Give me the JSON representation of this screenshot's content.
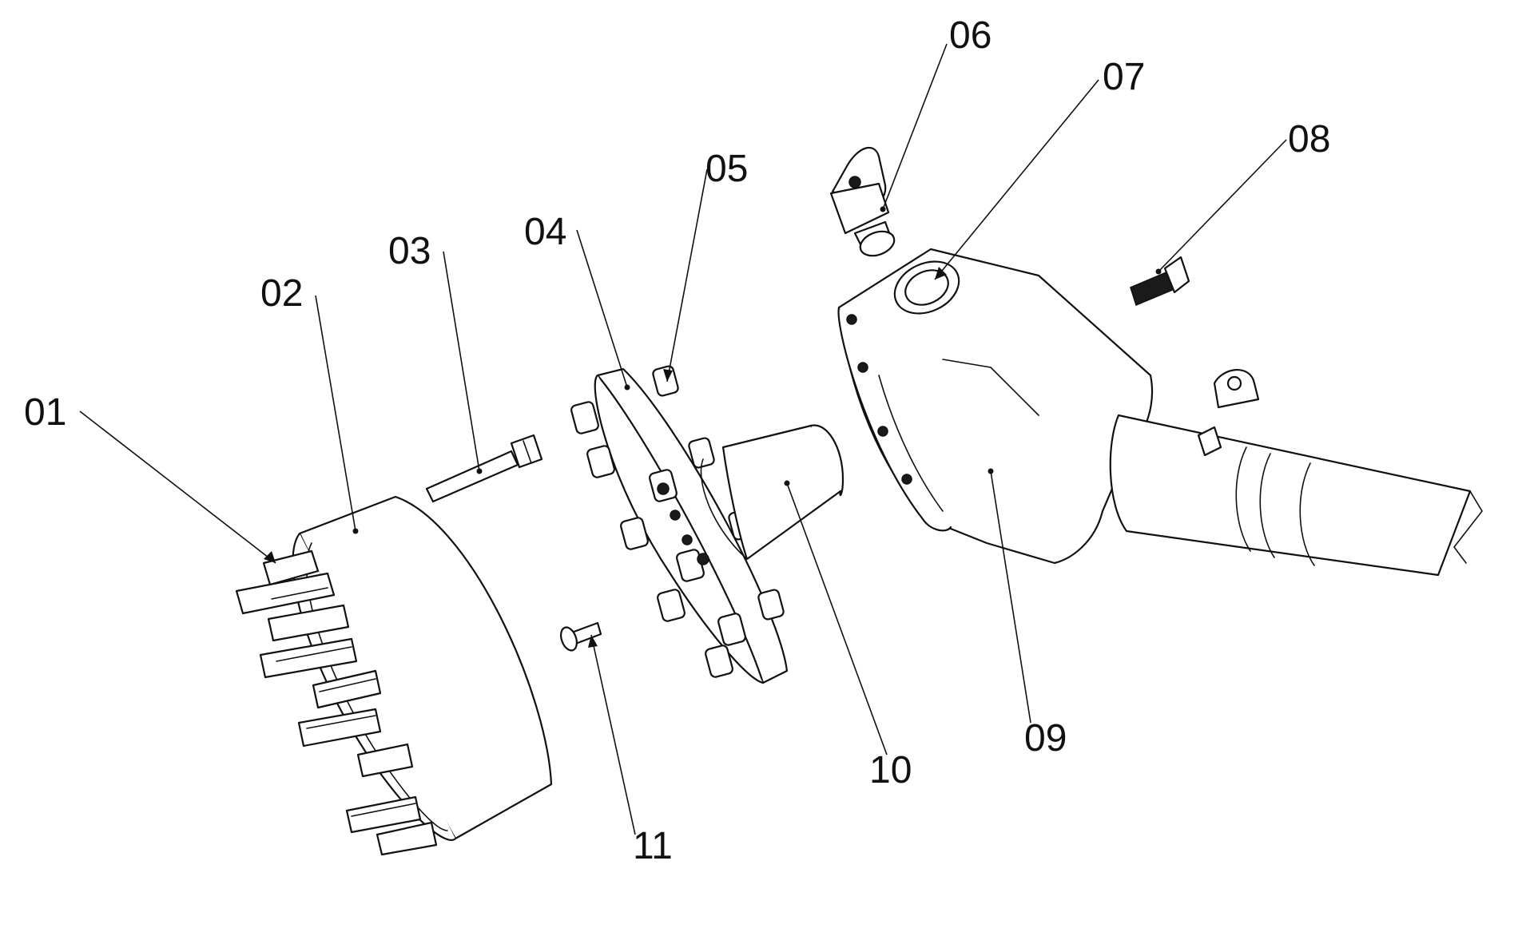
{
  "callouts": [
    {
      "id": "c01",
      "text": "01"
    },
    {
      "id": "c02",
      "text": "02"
    },
    {
      "id": "c03",
      "text": "03"
    },
    {
      "id": "c04",
      "text": "04"
    },
    {
      "id": "c05",
      "text": "05"
    },
    {
      "id": "c06",
      "text": "06"
    },
    {
      "id": "c07",
      "text": "07"
    },
    {
      "id": "c08",
      "text": "08"
    },
    {
      "id": "c09",
      "text": "09"
    },
    {
      "id": "c10",
      "text": "10"
    },
    {
      "id": "c11",
      "text": "11"
    }
  ]
}
